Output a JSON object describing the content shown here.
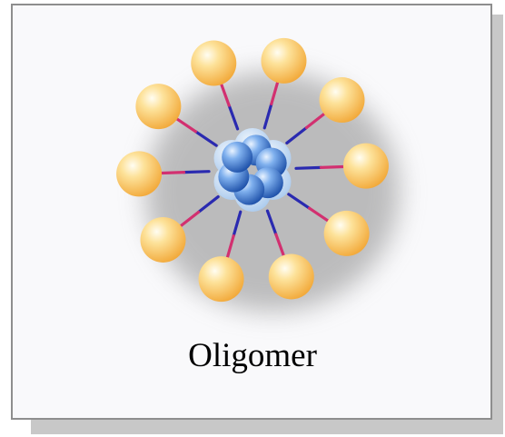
{
  "figure": {
    "caption": "Oligomer"
  },
  "colors": {
    "core_sphere": "#3a78d8",
    "core_halo": "#a9ccf2",
    "outer_sphere": "#f8b94a",
    "linker_outer": "#d23070",
    "linker_inner": "#2a2ab0"
  },
  "structure": {
    "core_subunits": 6,
    "peripheral_units": 10
  }
}
